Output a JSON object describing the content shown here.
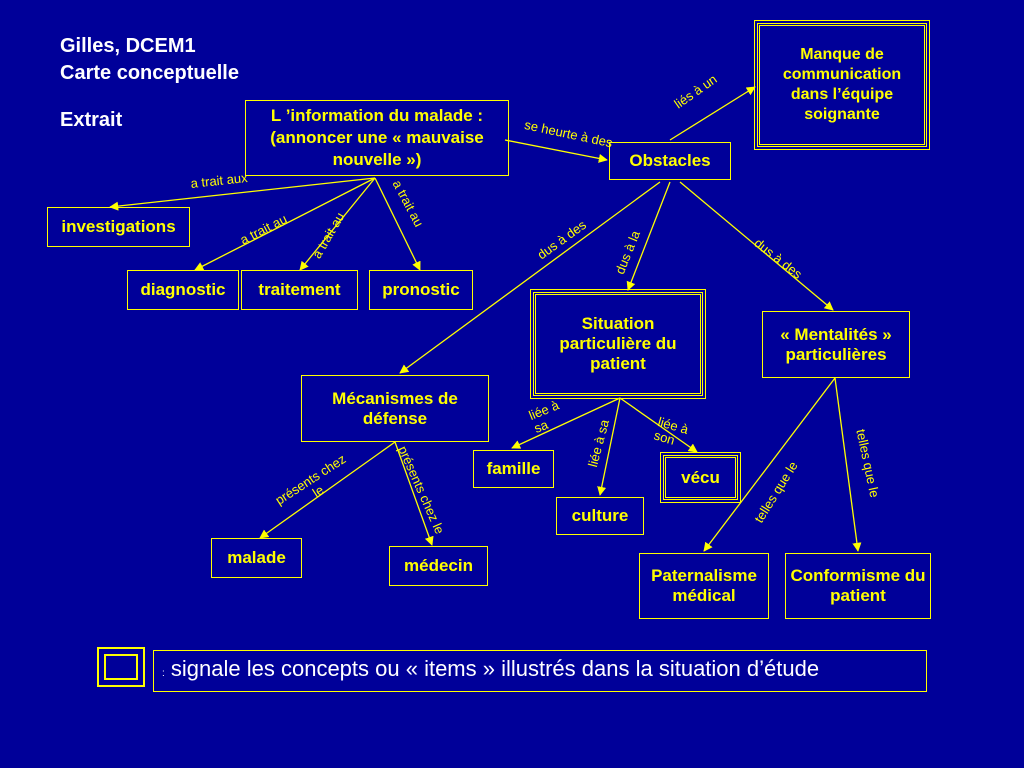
{
  "header": {
    "line1": "Gilles, DCEM1",
    "line2": "Carte conceptuelle",
    "line3": "Extrait"
  },
  "nodes": {
    "info_malade": "L ’information du malade : (annoncer une « mauvaise nouvelle »)",
    "manque_communication": "Manque de communication dans l’équipe soignante",
    "obstacles": "Obstacles",
    "investigations": "investigations",
    "diagnostic": "diagnostic",
    "traitement": "traitement",
    "pronostic": "pronostic",
    "situation_patient": "Situation particulière du patient",
    "mentalites": "« Mentalités » particulières",
    "mecanismes_defense": "Mécanismes de défense",
    "famille": "famille",
    "vecu": "vécu",
    "culture": "culture",
    "malade": "malade",
    "medecin": "médecin",
    "paternalisme": "Paternalisme médical",
    "conformisme": "Conformisme du patient"
  },
  "links": {
    "lies_a_un": "liés à un",
    "se_heurte_a_des": "se heurte à des",
    "a_trait_aux": "a trait aux",
    "a_trait_au_1": "a trait au",
    "a_trait_au_2": "a trait au",
    "a_trait_au_3": "a trait au",
    "dus_a_des_1": "dus à des",
    "dus_a_la": "dus à la",
    "dus_a_des_2": "dus à des",
    "liee_a_sa_1": "liée à sa",
    "liee_a_sa_2": "liée à sa",
    "liee_a_son": "liée à son",
    "telles_que_le_1": "telles que le",
    "telles_que_le_2": "telles que le",
    "presents_chez_le_1": "présents chez le",
    "presents_chez_le_2": "présents chez le"
  },
  "legend": {
    "colon": ":",
    "text": "signale les concepts ou « items » illustrés dans la situation d’étude"
  },
  "colors": {
    "background": "#000099",
    "accent": "#ffff00",
    "header_text": "#ffffff"
  }
}
